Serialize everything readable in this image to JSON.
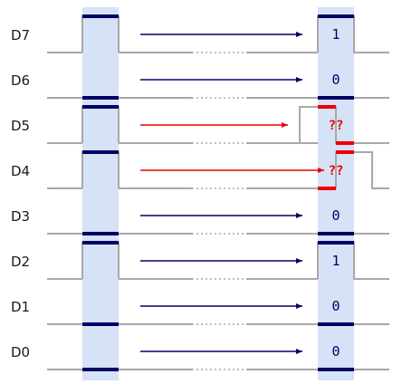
{
  "colors": {
    "band": "#d6e2f6",
    "wire": "#a8a8a8",
    "edge": "#000066",
    "ok_arrow": "#000066",
    "err": "#ee0000",
    "value": "#000066"
  },
  "rows": [
    {
      "label": "D7",
      "sent": "1",
      "received": "1",
      "error": false
    },
    {
      "label": "D6",
      "sent": "0",
      "received": "0",
      "error": false
    },
    {
      "label": "D5",
      "sent": "1",
      "received": "??",
      "error": true
    },
    {
      "label": "D4",
      "sent": "1",
      "received": "??",
      "error": true
    },
    {
      "label": "D3",
      "sent": "0",
      "received": "0",
      "error": false
    },
    {
      "label": "D2",
      "sent": "1",
      "received": "1",
      "error": false
    },
    {
      "label": "D1",
      "sent": "0",
      "received": "0",
      "error": false
    },
    {
      "label": "D0",
      "sent": "0",
      "received": "0",
      "error": false
    }
  ]
}
